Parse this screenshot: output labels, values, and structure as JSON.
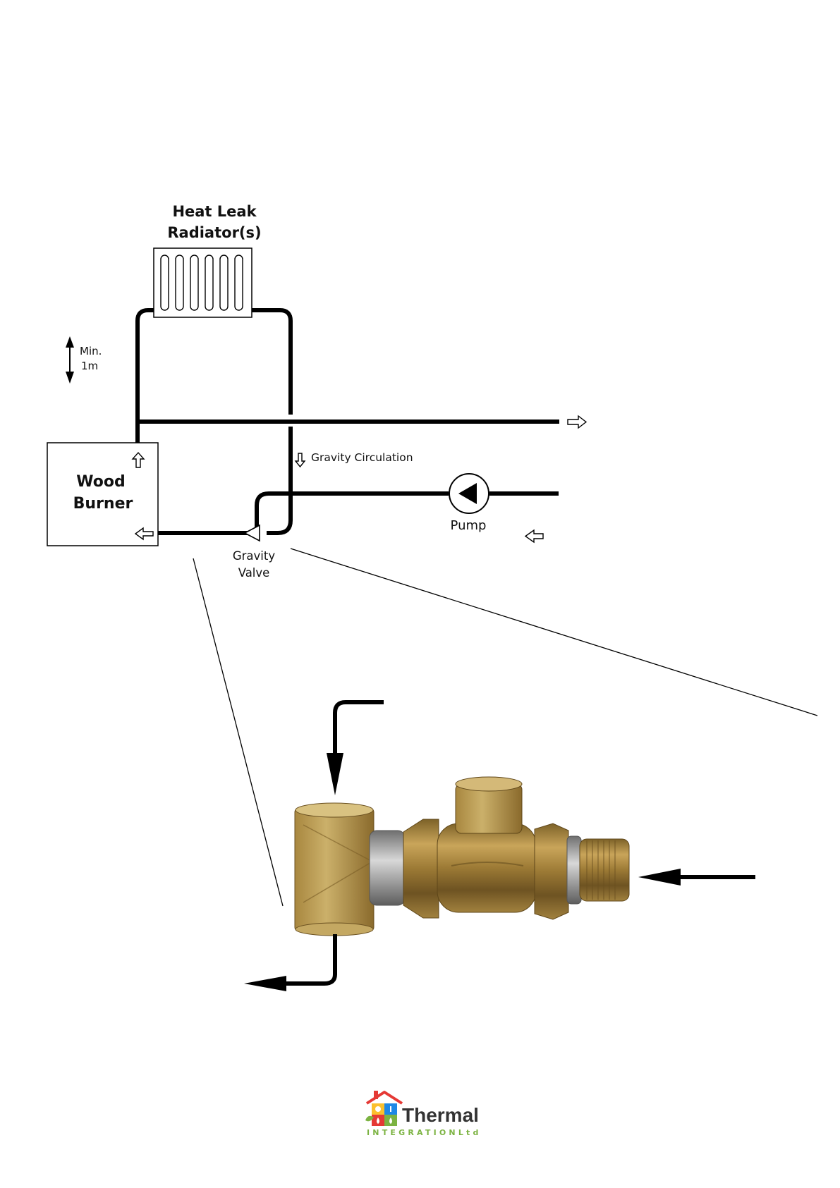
{
  "labels": {
    "heat_leak_line1": "Heat Leak",
    "heat_leak_line2": "Radiator(s)",
    "min_line1": "Min.",
    "min_line2": "1m",
    "wood_line1": "Wood",
    "wood_line2": "Burner",
    "gravity_circulation": "Gravity Circulation",
    "pump": "Pump",
    "gravity_valve_line1": "Gravity",
    "gravity_valve_line2": "Valve"
  },
  "logo": {
    "name": "Thermal",
    "tagline": "INTEGRATIONLtd"
  },
  "colors": {
    "pipe": "#000000",
    "logo_green": "#7cb342",
    "logo_red": "#e53935",
    "logo_blue": "#1e88e5",
    "brass": "#b08a3e"
  }
}
